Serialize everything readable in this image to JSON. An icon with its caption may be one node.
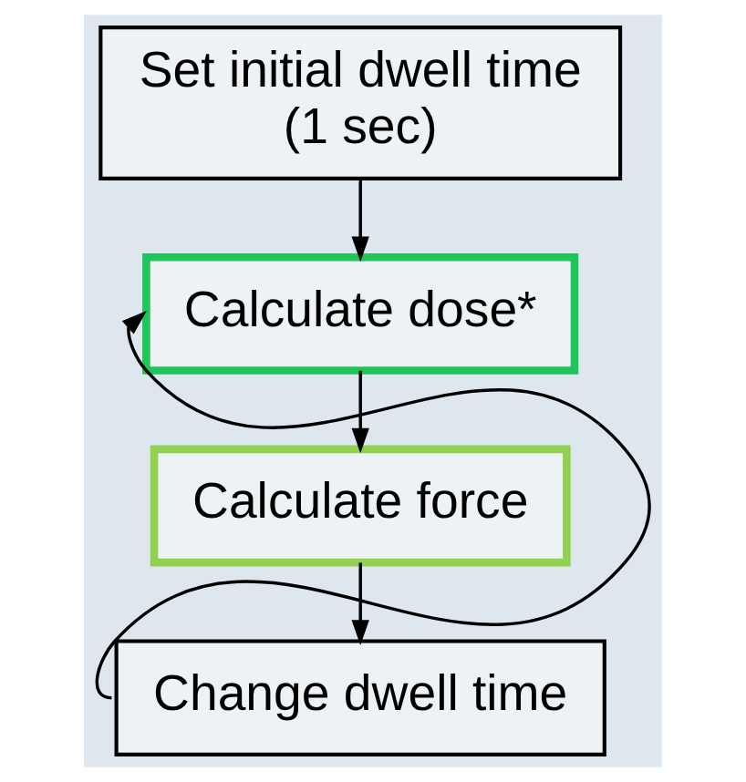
{
  "diagram": {
    "nodes": [
      {
        "text": [
          "Set initial dwell time (1 sec)"
        ]
      },
      {
        "text": [
          "Calculate dose*"
        ]
      },
      {
        "text": [
          "Calculate force"
        ]
      },
      {
        "text": [
          "Change dwell time"
        ]
      }
    ],
    "edges": [
      {
        "from": 0,
        "to": 1,
        "arrow": "to"
      },
      {
        "from": 1,
        "to": 2,
        "arrow": "to"
      },
      {
        "from": 2,
        "to": 3,
        "arrow": "to"
      },
      {
        "from": 3,
        "to": 1,
        "arrow": "to"
      }
    ]
  }
}
